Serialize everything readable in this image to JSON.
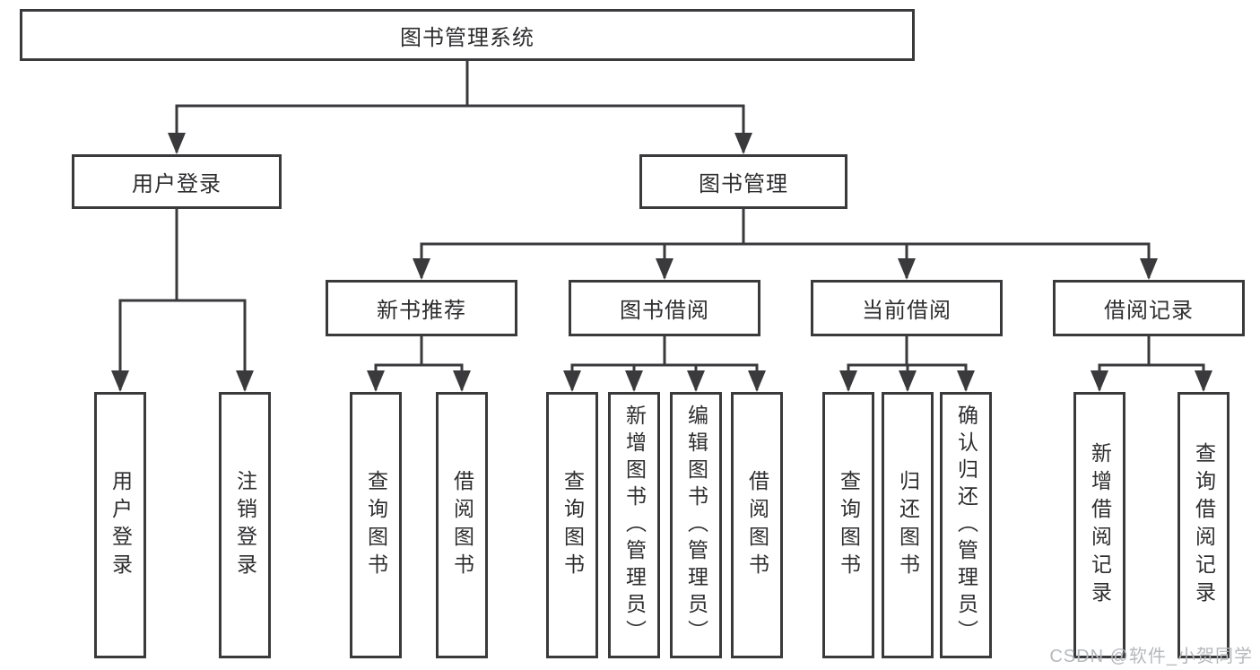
{
  "colors": {
    "line": "#3a3a3c",
    "border": "#3a3a3c",
    "text": "#2e2e30",
    "watermark": "#b6b8bc",
    "background": "#ffffff"
  },
  "nodes": {
    "root": {
      "label": "图书管理系统",
      "parent": null
    },
    "userLogin": {
      "label": "用户登录",
      "parent": "root"
    },
    "bookManagement": {
      "label": "图书管理",
      "parent": "root"
    },
    "newBookRecommend": {
      "label": "新书推荐",
      "parent": "bookManagement"
    },
    "bookBorrowing": {
      "label": "图书借阅",
      "parent": "bookManagement"
    },
    "currentBorrowing": {
      "label": "当前借阅",
      "parent": "bookManagement"
    },
    "borrowingRecords": {
      "label": "借阅记录",
      "parent": "bookManagement"
    },
    "leafUserLogin": {
      "label": "用户登录",
      "parent": "userLogin"
    },
    "leafLogout": {
      "label": "注销登录",
      "parent": "userLogin"
    },
    "leafQueryBooks1": {
      "label": "查询图书",
      "parent": "newBookRecommend"
    },
    "leafBorrowBooks1": {
      "label": "借阅图书",
      "parent": "newBookRecommend"
    },
    "leafQueryBooks2": {
      "label": "查询图书",
      "parent": "bookBorrowing"
    },
    "leafAddBooks": {
      "label": "新增图书（管理员）",
      "parent": "bookBorrowing"
    },
    "leafEditBooks": {
      "label": "编辑图书（管理员）",
      "parent": "bookBorrowing"
    },
    "leafBorrowBooks2": {
      "label": "借阅图书",
      "parent": "bookBorrowing"
    },
    "leafQueryBooks3": {
      "label": "查询图书",
      "parent": "currentBorrowing"
    },
    "leafReturnBooks": {
      "label": "归还图书",
      "parent": "currentBorrowing"
    },
    "leafConfirmReturn": {
      "label": "确认归还（管理员）",
      "parent": "currentBorrowing"
    },
    "leafAddBorrowRecord": {
      "label": "新增借阅记录",
      "parent": "borrowingRecords"
    },
    "leafQueryBorrowRecord": {
      "label": "查询借阅记录",
      "parent": "borrowingRecords"
    }
  },
  "watermark": {
    "text": "CSDN @软件_小贺同学"
  }
}
